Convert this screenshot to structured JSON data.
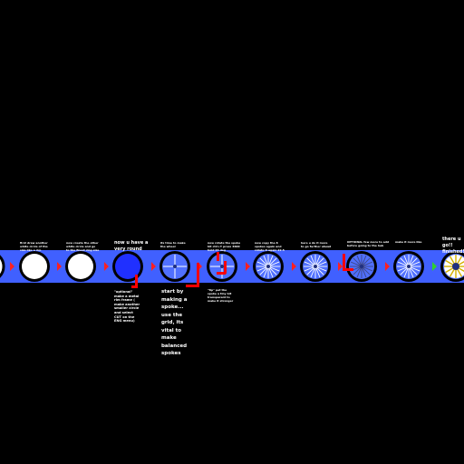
{
  "colors": {
    "background": "#000000",
    "band": "#4060ff",
    "arrow": "#ff2020",
    "final_arrow": "#30d030",
    "spoke": "#ffffff",
    "rim": "#000000",
    "hub_blue": "#2030ff",
    "highlight": "#ff0000"
  },
  "steps": [
    {
      "id": "step-1",
      "kind": "partial-circle",
      "caption_above": "",
      "caption_below": ""
    },
    {
      "id": "step-2",
      "kind": "white-disc",
      "caption_above": "first draw another\nwhite circle of the\nsize like a rim",
      "caption_below": ""
    },
    {
      "id": "step-3",
      "kind": "white-disc",
      "caption_above": "now create the other\nwhite circle and go\nto the finest ring size",
      "caption_below": ""
    },
    {
      "id": "step-4",
      "kind": "blue-disc",
      "caption_above": "now u have a\nvery round",
      "caption_below": "\"optional\"\nmake a metal\nrim frame (\nmake another\nsmaller circle\nand select\nCUT on the\nENG menu)"
    },
    {
      "id": "step-5",
      "kind": "one-spoke",
      "caption_above": "its time to make\nthe wheel",
      "caption_below": "start by\nmaking a\nspoke...\nuse the\ngrid, its\nvital to\nmake\nbalanced\nspokes"
    },
    {
      "id": "step-6",
      "kind": "two-spokes",
      "caption_above": "now rotate the spoke\nhit ctrl+T press 3600\nhold 45 deg",
      "caption_below": "\"tip\" put the\nspoke a tiny bit\ntransparent to\nmake it stronger"
    },
    {
      "id": "step-7",
      "kind": "many-spokes",
      "caption_above": "now copy the 8\nspokes again and\nrotate it again 22.5",
      "caption_below": ""
    },
    {
      "id": "step-8",
      "kind": "many-spokes",
      "caption_above": "here u do it more\nto go further ahead",
      "caption_below": ""
    },
    {
      "id": "step-9",
      "kind": "dark-spokes",
      "caption_above": "OPTIONAL few more to add\nbefore going to the hub",
      "caption_below": ""
    },
    {
      "id": "step-10",
      "kind": "many-spokes",
      "caption_above": "make it more like",
      "caption_below": ""
    },
    {
      "id": "step-11",
      "kind": "finished",
      "caption_above": "there u go!!\nfinished!",
      "caption_below": ""
    }
  ]
}
